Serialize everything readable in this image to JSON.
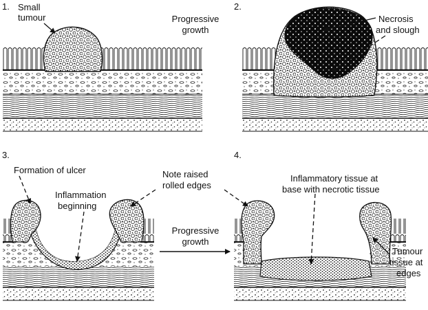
{
  "panels": [
    {
      "number": "1.",
      "labels": {
        "small_tumour_1": "Small",
        "small_tumour_2": "tumour"
      }
    },
    {
      "number": "2.",
      "labels": {
        "necrosis_1": "Necrosis",
        "necrosis_2": "and slough"
      }
    },
    {
      "number": "3.",
      "labels": {
        "ulcer": "Formation of ulcer",
        "inflam_1": "Inflammation",
        "inflam_2": "beginning"
      }
    },
    {
      "number": "4.",
      "labels": {
        "base_1": "Inflammatory tissue at",
        "base_2": "base with necrotic tissue",
        "edge_1": "Tumour",
        "edge_2": "tissue at",
        "edge_3": "edges"
      }
    }
  ],
  "transitions": {
    "top_1": "Progressive",
    "top_2": "growth",
    "middle_1": "Progressive",
    "middle_2": "growth"
  },
  "raised_edges": {
    "line1": "Note raised",
    "line2": "rolled edges"
  }
}
